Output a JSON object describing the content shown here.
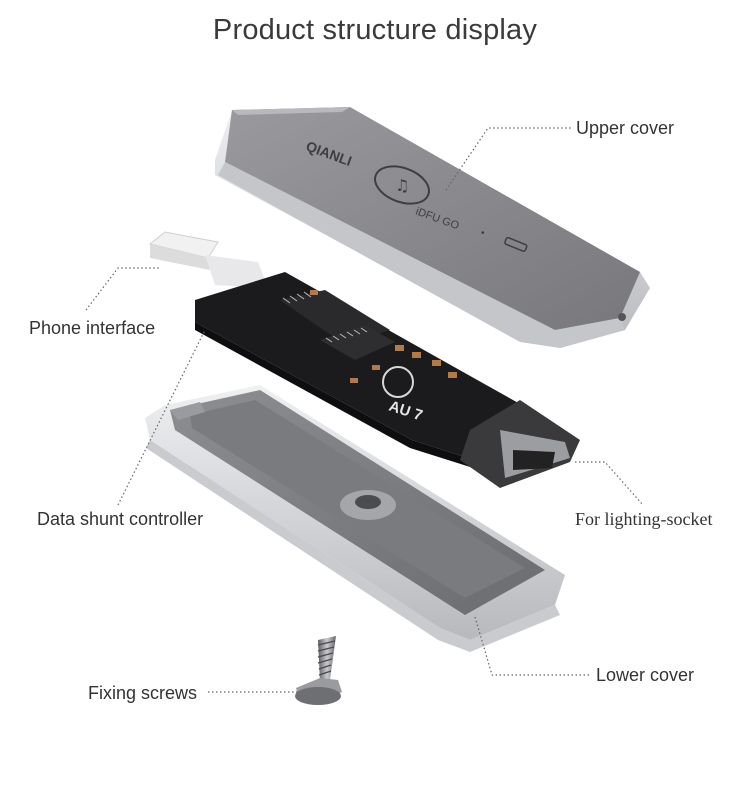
{
  "title": "Product structure display",
  "labels": {
    "upper_cover": "Upper cover",
    "phone_interface": "Phone interface",
    "data_shunt_controller": "Data shunt controller",
    "lighting_socket": "For lighting-socket",
    "lower_cover": "Lower cover",
    "fixing_screws": "Fixing screws"
  },
  "product_marks": {
    "brand": "QIANLI",
    "model": "iDFU GO",
    "chip_text": "AU 7"
  },
  "colors": {
    "cover_top": "#8f8f93",
    "cover_side": "#d8d9dc",
    "pcb": "#1b1b1d",
    "leader_line": "#666666"
  }
}
